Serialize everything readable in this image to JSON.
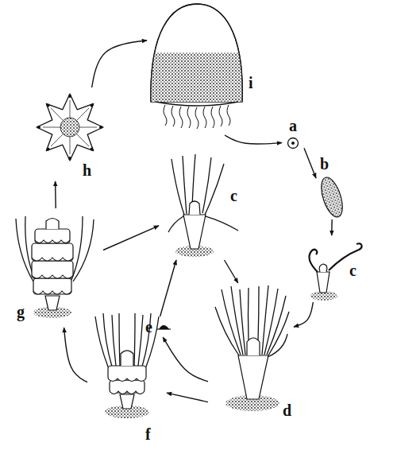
{
  "diagram": {
    "nodes": [
      {
        "text": [
          "i"
        ]
      },
      {
        "text": [
          "a"
        ]
      },
      {
        "text": [
          "b"
        ]
      },
      {
        "text": [
          "c"
        ]
      },
      {
        "text": [
          "c"
        ]
      },
      {
        "text": [
          "h"
        ]
      },
      {
        "text": [
          "e"
        ]
      },
      {
        "text": [
          "g"
        ]
      },
      {
        "text": [
          "d"
        ]
      },
      {
        "text": [
          "f"
        ]
      }
    ],
    "edges": [
      {
        "from": 0,
        "to": 1,
        "arrow": "to"
      },
      {
        "from": 1,
        "to": 2,
        "arrow": "to"
      },
      {
        "from": 2,
        "to": 3,
        "arrow": "to"
      },
      {
        "from": 3,
        "to": 8,
        "arrow": "to"
      },
      {
        "from": 4,
        "to": 8,
        "arrow": "to"
      },
      {
        "from": 8,
        "to": 6,
        "arrow": "to"
      },
      {
        "from": 6,
        "to": 4,
        "arrow": "to"
      },
      {
        "from": 8,
        "to": 9,
        "arrow": "to"
      },
      {
        "from": 9,
        "to": 7,
        "arrow": "to"
      },
      {
        "from": 7,
        "to": 4,
        "arrow": "to"
      },
      {
        "from": 7,
        "to": 5,
        "arrow": "to"
      },
      {
        "from": 5,
        "to": 0,
        "arrow": "to"
      }
    ]
  }
}
